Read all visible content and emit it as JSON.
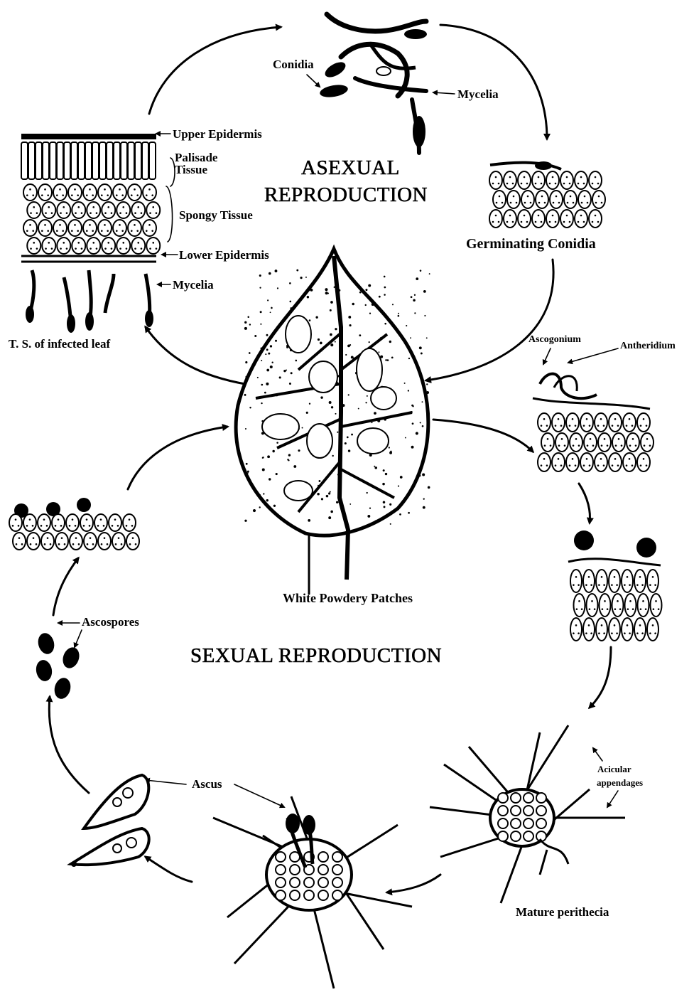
{
  "labels": {
    "conidia": "Conidia",
    "mycelia_top": "Mycelia",
    "upper_epidermis": "Upper Epidermis",
    "palisade_1": "Palisade",
    "palisade_2": "Tissue",
    "spongy": "Spongy Tissue",
    "lower_epidermis": "Lower Epidermis",
    "mycelia_left": "Mycelia",
    "ts_leaf": "T. S. of infected leaf",
    "asexual_1": "ASEXUAL",
    "asexual_2": "REPRODUCTION",
    "germinating": "Germinating Conidia",
    "ascogonium": "Ascogonium",
    "antheridium": "Antheridium",
    "white_patches": "White Powdery Patches",
    "ascospores": "Ascospores",
    "sexual": "SEXUAL REPRODUCTION",
    "acicular_1": "Acicular",
    "acicular_2": "appendages",
    "ascus": "Ascus",
    "mature": "Mature perithecia"
  }
}
